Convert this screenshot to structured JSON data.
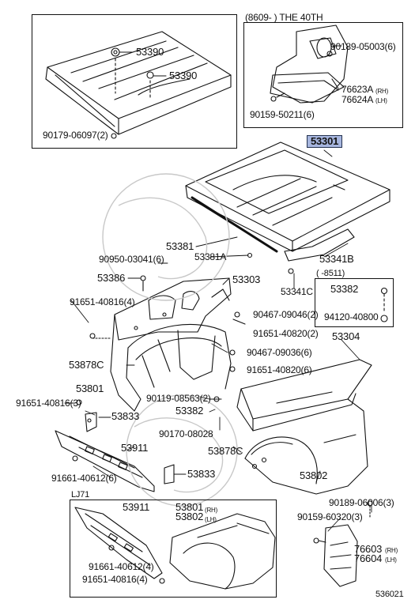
{
  "figure_code": "536021",
  "highlighted_part": "53301",
  "inset_top_right": {
    "note": "(8609-        ) THE 40TH"
  },
  "inset_mid_right": {
    "note": "(        -8511)"
  },
  "inset_bottom": {
    "note": "LJ71"
  },
  "labels": {
    "l53390a": "53390",
    "l53390b": "53390",
    "l90179": "90179-06097(2)",
    "l90189a": "90189-05003(6)",
    "l76623": "76623A",
    "l76624": "76624A",
    "lrh1": "(RH)",
    "llh1": "(LH)",
    "l90159a": "90159-50211(6)",
    "l53301": "53301",
    "l53381": "53381",
    "l53381a": "53381A",
    "l53341b": "53341B",
    "l90950": "90950-03041(6)",
    "l53386": "53386",
    "l53303": "53303",
    "l53341c": "53341C",
    "l53382a": "53382",
    "l94120": "94120-40800",
    "l91651a": "91651-40816(4)",
    "l90467a": "90467-09046(2)",
    "l91651b": "91651-40820(2)",
    "l53304": "53304",
    "l90467b": "90467-09036(6)",
    "l53878c": "53878C",
    "l91651c": "91651-40820(6)",
    "l53801": "53801",
    "l91651d": "91651-40816(3)",
    "l90119": "90119-08563(2)",
    "l53833a": "53833",
    "l53382b": "53382",
    "l90170": "90170-08028",
    "l53878d": "53878C",
    "l53911a": "53911",
    "l53833b": "53833",
    "l91661a": "91661-40612(6)",
    "l53802": "53802",
    "l90189b": "90189-06006(3)",
    "l53911b": "53911",
    "l53801b": "53801",
    "l53802b": "53802",
    "lrh2": "(RH)",
    "llh2": "(LH)",
    "l90159b": "90159-60320(3)",
    "l76603": "76603",
    "l76604": "76604",
    "lrh3": "(RH)",
    "llh3": "(LH)",
    "l91661b": "91661-40612(4)",
    "l91651e": "91651-40816(4)"
  }
}
